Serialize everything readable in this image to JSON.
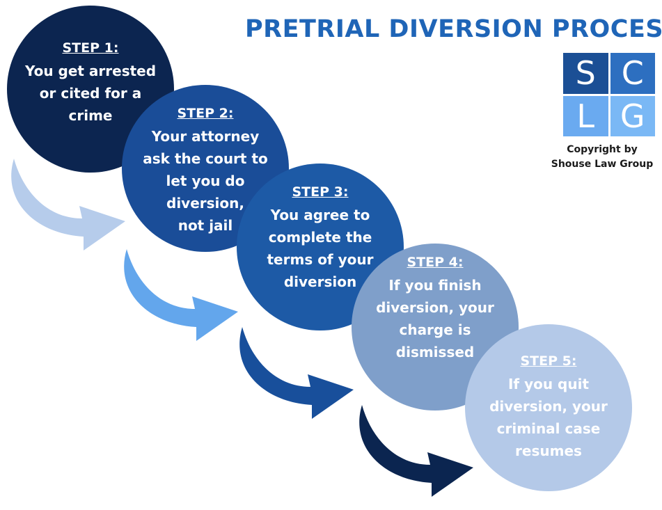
{
  "title": "PRETRIAL DIVERSION PROCESS",
  "logo": {
    "letters": [
      "S",
      "C",
      "L",
      "G"
    ],
    "colors": [
      "#1b4f95",
      "#2d6fc0",
      "#6aaaf0",
      "#7ab8f5"
    ]
  },
  "copyright": {
    "line1": "Copyright by",
    "line2": "Shouse Law Group"
  },
  "colors": {
    "title": "#1f65b7",
    "step1": "#0c2550",
    "step2": "#1a4d98",
    "step3": "#1d5aa6",
    "step4": "#7f9fca",
    "step5": "#b4c9e8",
    "arrow1": "#b6cceb",
    "arrow2": "#63a6ec",
    "arrow3": "#184f9b",
    "arrow4": "#0b2550"
  },
  "steps": [
    {
      "label": "STEP 1:",
      "lines": [
        "You get arrested",
        "or cited for a",
        "crime"
      ]
    },
    {
      "label": "STEP 2:",
      "lines": [
        "Your attorney",
        "ask the court to",
        "let you do",
        "diversion,",
        "not jail"
      ]
    },
    {
      "label": "STEP 3:",
      "lines": [
        "You agree to",
        "complete the",
        "terms of your",
        "diversion"
      ]
    },
    {
      "label": "STEP 4:",
      "lines": [
        "If you finish",
        "diversion, your",
        "charge is",
        "dismissed"
      ]
    },
    {
      "label": "STEP 5:",
      "lines": [
        "If you quit",
        "diversion, your",
        "criminal case",
        "resumes"
      ]
    }
  ]
}
